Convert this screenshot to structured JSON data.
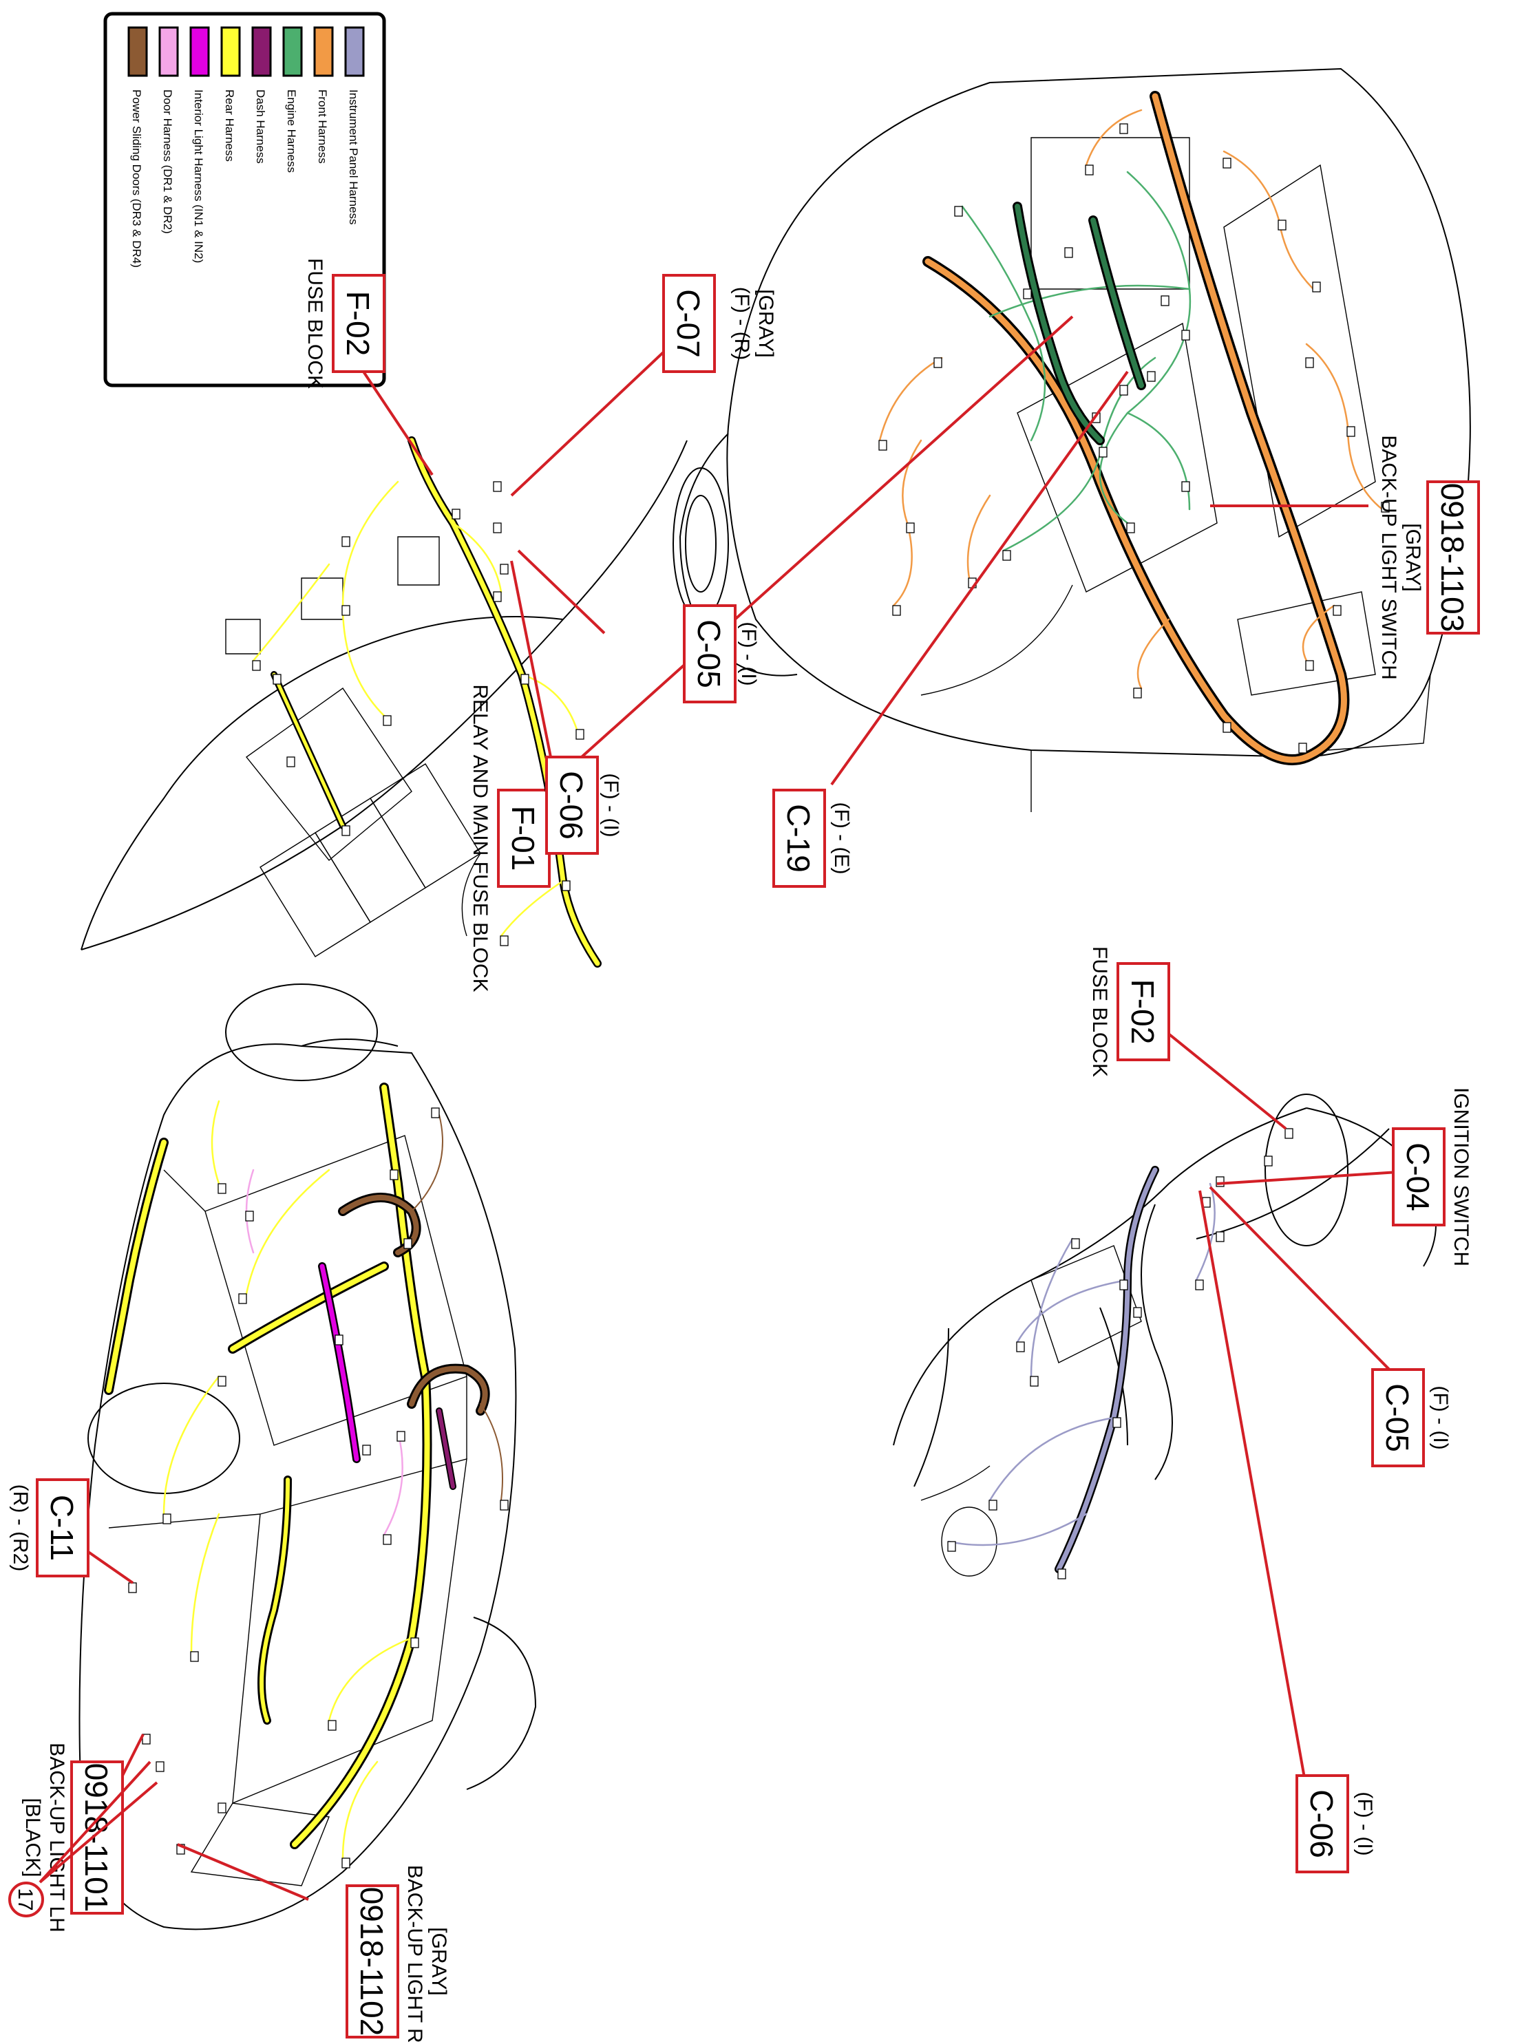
{
  "legend": {
    "items": [
      {
        "label": "Instrument Panel Harness",
        "color": "#9b9bc7"
      },
      {
        "label": "Front Harness",
        "color": "#f29a45"
      },
      {
        "label": "Engine Harness",
        "color": "#4caf6e"
      },
      {
        "label": "Dash Harness",
        "color": "#8a1b6e"
      },
      {
        "label": "Rear Harness",
        "color": "#ffff33"
      },
      {
        "label": "Interior Light Harness (IN1 & IN2)",
        "color": "#e100e1"
      },
      {
        "label": "Door Harness (DR1 & DR2)",
        "color": "#f4a6e8"
      },
      {
        "label": "Power Sliding Doors (DR3 & DR4)",
        "color": "#8c5a33"
      }
    ]
  },
  "callouts": {
    "backup_switch": {
      "code": "0918-1103",
      "line1": "[GRAY]",
      "line2": "BACK-UP LIGHT SWITCH"
    },
    "c19": {
      "code": "C-19",
      "line1": "(F) - (E)"
    },
    "f01": {
      "code": "F-01",
      "line1": "RELAY AND MAIN FUSE BLOCK"
    },
    "c07": {
      "code": "C-07",
      "line1": "[GRAY]",
      "line2": "(F) - (R)"
    },
    "f02_left": {
      "code": "F-02",
      "line1": "FUSE BLOCK"
    },
    "c05_left": {
      "code": "C-05",
      "line1": "(F) - (I)"
    },
    "c06_left": {
      "code": "C-06",
      "line1": "(F) - (I)"
    },
    "f02_right": {
      "code": "F-02",
      "line1": "FUSE BLOCK"
    },
    "c04": {
      "code": "C-04",
      "line1": "IGNITION SWITCH"
    },
    "c05_right": {
      "code": "C-05",
      "line1": "(F) - (I)"
    },
    "c06_right": {
      "code": "C-06",
      "line1": "(F) - (I)"
    },
    "c11": {
      "code": "C-11",
      "line1": "(R) - (R2)"
    },
    "backup_lh": {
      "code": "0918-1101",
      "line1": "BACK-UP LIGHT LH",
      "line2": "[BLACK]"
    },
    "backup_rh": {
      "code": "0918-1102",
      "line1": "[GRAY]",
      "line2": "BACK-UP LIGHT RH"
    },
    "ground17": {
      "code": "17"
    }
  }
}
